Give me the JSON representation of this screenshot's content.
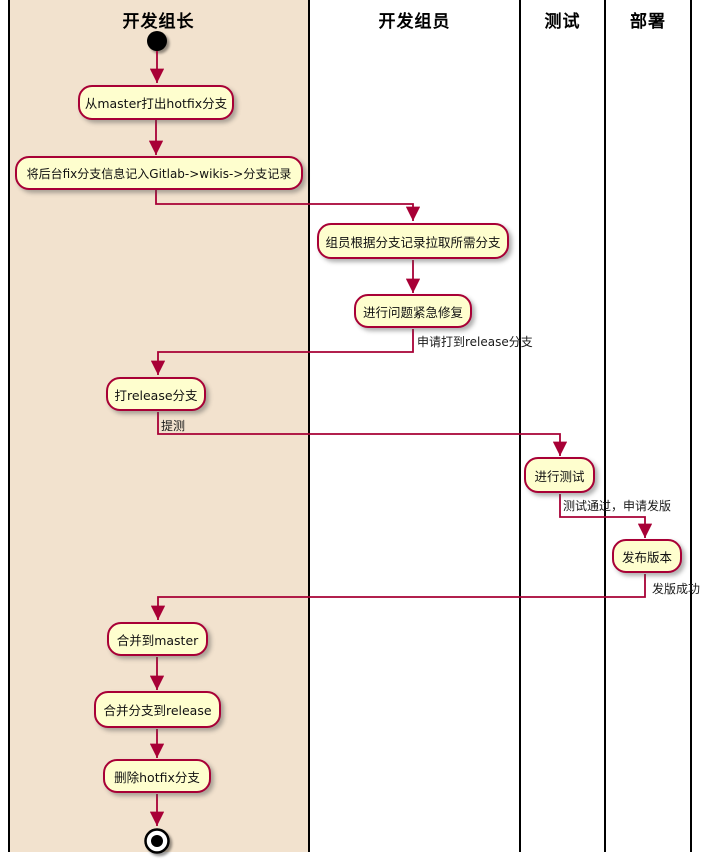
{
  "diagram": {
    "type": "activity-swimlane-flowchart",
    "lanes": [
      {
        "id": "dev-lead",
        "label": "开发组长"
      },
      {
        "id": "dev-member",
        "label": "开发组员"
      },
      {
        "id": "test",
        "label": "测试"
      },
      {
        "id": "deploy",
        "label": "部署"
      }
    ],
    "activities": [
      {
        "id": "create-hotfix",
        "lane": "开发组长",
        "label": "从master打出hotfix分支"
      },
      {
        "id": "record-branch",
        "lane": "开发组长",
        "label": "将后台fix分支信息记入Gitlab->wikis->分支记录"
      },
      {
        "id": "pull-branch",
        "lane": "开发组员",
        "label": "组员根据分支记录拉取所需分支"
      },
      {
        "id": "urgent-fix",
        "lane": "开发组员",
        "label": "进行问题紧急修复"
      },
      {
        "id": "create-release",
        "lane": "开发组长",
        "label": "打release分支"
      },
      {
        "id": "run-test",
        "lane": "测试",
        "label": "进行测试"
      },
      {
        "id": "publish",
        "lane": "部署",
        "label": "发布版本"
      },
      {
        "id": "merge-master",
        "lane": "开发组长",
        "label": "合并到master"
      },
      {
        "id": "merge-release",
        "lane": "开发组长",
        "label": "合并分支到release"
      },
      {
        "id": "delete-hotfix",
        "lane": "开发组长",
        "label": "删除hotfix分支"
      }
    ],
    "edge_labels": [
      {
        "id": "apply-release",
        "label": "申请打到release分支"
      },
      {
        "id": "submit-test",
        "label": "提测"
      },
      {
        "id": "test-passed",
        "label": "测试通过，申请发版"
      },
      {
        "id": "publish-success",
        "label": "发版成功"
      }
    ],
    "nodes": {
      "start": "start-node",
      "end": "end-node"
    },
    "colors": {
      "lead_lane_bg": "#F2E2CE",
      "activity_fill": "#FEFECE",
      "activity_border": "#A80036",
      "edge": "#A80036",
      "lane_line": "#000000"
    }
  }
}
